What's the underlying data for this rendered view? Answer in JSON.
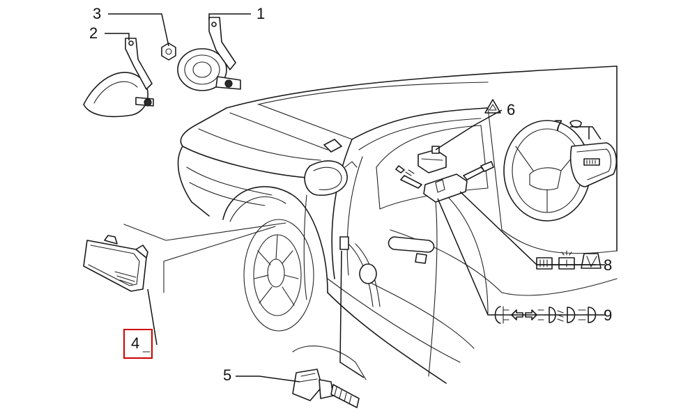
{
  "callouts": [
    {
      "id": "1",
      "label": "1"
    },
    {
      "id": "2",
      "label": "2"
    },
    {
      "id": "3",
      "label": "3"
    },
    {
      "id": "4",
      "label": "4"
    },
    {
      "id": "5",
      "label": "5"
    },
    {
      "id": "6",
      "label": "6"
    },
    {
      "id": "7",
      "label": "7"
    },
    {
      "id": "8",
      "label": "8"
    },
    {
      "id": "9",
      "label": "9"
    }
  ],
  "highlight": {
    "callout": "4",
    "color": "#cc0000"
  },
  "symbols": {
    "callout_6": [
      "hazard-warning-icon"
    ],
    "callout_7": [
      "horn-icon"
    ],
    "callout_8": [
      "rear-defrost-icon",
      "interior-light-icon",
      "windshield-wiper-icon"
    ],
    "callout_9": [
      "rear-fog-light-icon",
      "turn-signal-left-icon",
      "turn-signal-right-icon",
      "front-fog-light-icon",
      "low-beam-icon",
      "high-beam-icon"
    ]
  }
}
